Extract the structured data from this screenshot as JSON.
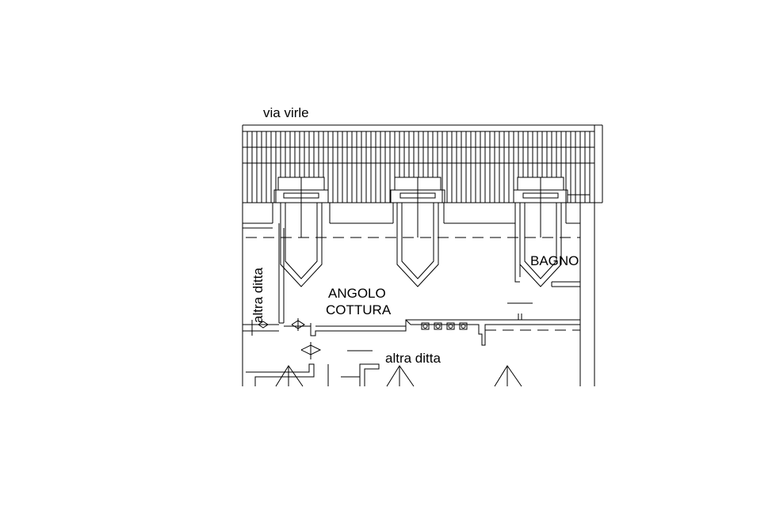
{
  "drawing": {
    "labels": {
      "street": "via virle",
      "left_neighbor": "altra ditta",
      "kitchen_line1": "ANGOLO",
      "kitchen_line2": "COTTURA",
      "bathroom": "BAGNO",
      "bottom_neighbor": "altra ditta"
    }
  }
}
